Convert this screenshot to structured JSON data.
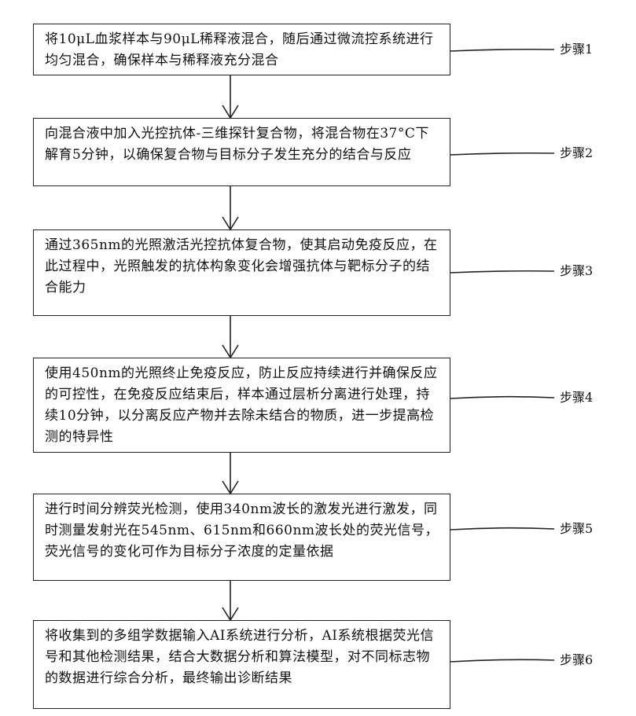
{
  "steps": [
    {
      "label": "步骤1",
      "text": "将10μL血浆样本与90μL稀释液混合，随后通过微流控系统进行均匀混合，确保样本与稀释液充分混合"
    },
    {
      "label": "步骤2",
      "text": "向混合液中加入光控抗体-三维探针复合物，将混合物在37°C下解育5分钟，以确保复合物与目标分子发生充分的结合与反应"
    },
    {
      "label": "步骤3",
      "text": "通过365nm的光照激活光控抗体复合物，使其启动免疫反应，在此过程中，光照触发的抗体构象变化会增强抗体与靶标分子的结合能力"
    },
    {
      "label": "步骤4",
      "text": "使用450nm的光照终止免疫反应，防止反应持续进行并确保反应的可控性，在免疫反应结束后，样本通过层析分离进行处理，持续10分钟，以分离反应产物并去除未结合的物质，进一步提高检测的特异性"
    },
    {
      "label": "步骤5",
      "text": "进行时间分辨荧光检测，使用340nm波长的激发光进行激发，同时测量发射光在545nm、615nm和660nm波长处的荧光信号，荧光信号的变化可作为目标分子浓度的定量依据"
    },
    {
      "label": "步骤6",
      "text": "将收集到的多组学数据输入AI系统进行分析，AI系统根据荧光信号和其他检测结果，结合大数据分析和算法模型，对不同标志物的数据进行综合分析，最终输出诊断结果"
    }
  ]
}
